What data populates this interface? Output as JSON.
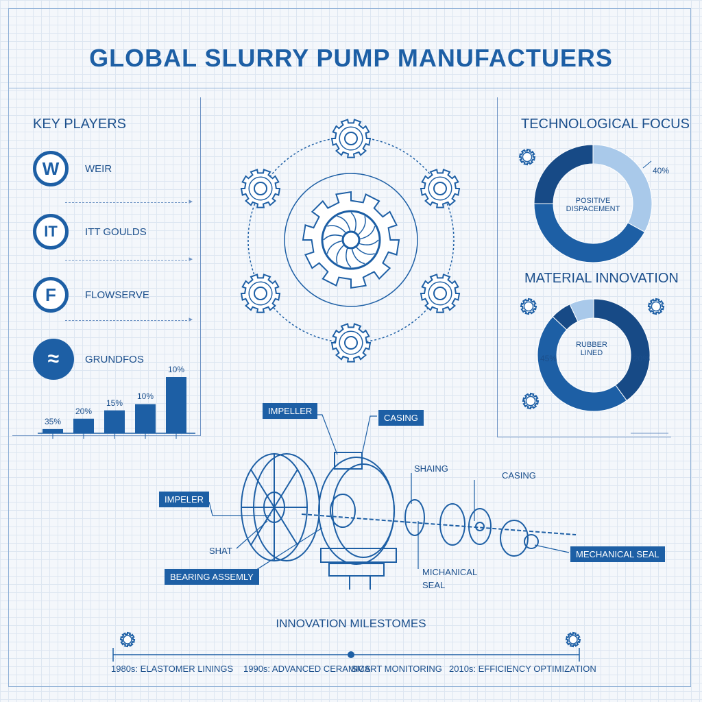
{
  "title": "GLOBAL SLURRY PUMP MANUFACTUERS",
  "key_players": {
    "heading": "KEY PLAYERS",
    "items": [
      {
        "name": "WEIR",
        "logo": "W"
      },
      {
        "name": "ITT GOULDS",
        "logo": "IT"
      },
      {
        "name": "FLOWSERVE",
        "logo": "F"
      },
      {
        "name": "GRUNDFOS",
        "logo": "≈"
      }
    ]
  },
  "chart_data": {
    "type": "bar",
    "categories": [
      "",
      "",
      "",
      "",
      ""
    ],
    "values": [
      2,
      7,
      11,
      14,
      27
    ],
    "bar_labels": [
      "35%",
      "20%",
      "15%",
      "10%",
      "10%"
    ],
    "title": "",
    "xlabel": "",
    "ylabel": ""
  },
  "tech_focus": {
    "heading": "TECHNOLOGICAL FOCUS",
    "center_label": "POSITIVE DISPACEMENT",
    "pct_label": "40%"
  },
  "material": {
    "heading": "MATERIAL INNOVATION",
    "center_label": "RUBBER LINED",
    "left_pct": "45%",
    "right_pct": "20%"
  },
  "diagram_labels": {
    "impeller_top": "IMPELLER",
    "casing_top": "CASING",
    "shaing": "SHAING",
    "casing_right": "CASING",
    "impeler_left": "IMPELER",
    "shat": "SHAT",
    "bearing": "BEARING ASSEMLY",
    "michanical": "MICHANICAL",
    "seal": "SEAL",
    "mech_seal": "MECHANICAL SEAL"
  },
  "milestones": {
    "heading": "INNOVATION MILESTOMES",
    "items": [
      "1980s: ELASTOMER LININGS",
      "1990s: ADVANCED CERAMICS",
      "SMART MONITORING",
      "2010s: EFFICIENCY OPTIMIZATION"
    ]
  },
  "colors": {
    "primary": "#1d5fa5",
    "dark": "#174a86",
    "light": "#a9c9ea",
    "line": "#6e93c4"
  }
}
